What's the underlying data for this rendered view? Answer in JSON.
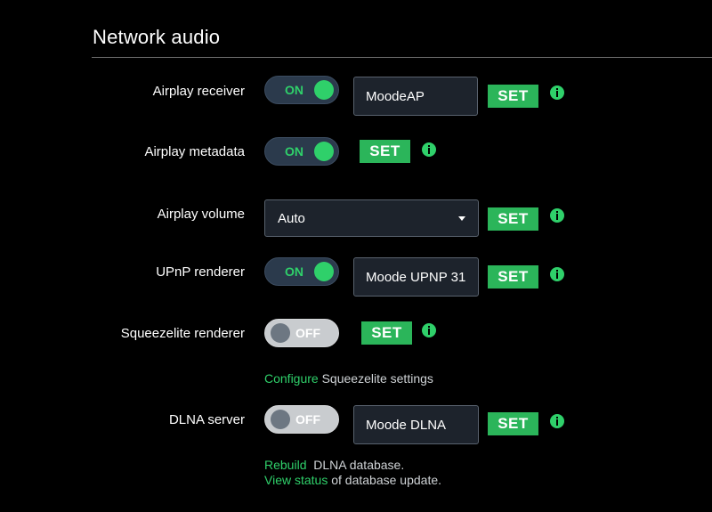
{
  "section": {
    "title": "Network audio"
  },
  "airplay_receiver": {
    "label": "Airplay receiver",
    "toggle": "ON",
    "value": "MoodeAP",
    "set_label": "SET"
  },
  "airplay_metadata": {
    "label": "Airplay metadata",
    "toggle": "ON",
    "set_label": "SET"
  },
  "airplay_volume": {
    "label": "Airplay volume",
    "selected": "Auto",
    "set_label": "SET"
  },
  "upnp_renderer": {
    "label": "UPnP renderer",
    "toggle": "ON",
    "value": "Moode UPNP 31",
    "set_label": "SET"
  },
  "squeezelite_renderer": {
    "label": "Squeezelite renderer",
    "toggle": "OFF",
    "set_label": "SET",
    "help_link": "Configure",
    "help_text": " Squeezelite settings"
  },
  "dlna_server": {
    "label": "DLNA server",
    "toggle": "OFF",
    "value": "Moode DLNA",
    "set_label": "SET",
    "help_link1": "Rebuild",
    "help_text1": "  DLNA database.",
    "help_link2": "View status",
    "help_text2": " of database update."
  },
  "colors": {
    "accent_green": "#2fd06a",
    "button_green": "#2bb55a",
    "input_bg": "#1d232c",
    "toggle_on_bg": "#2b3a4c",
    "toggle_off_bg": "#c9cccf"
  },
  "icons": {
    "info": "info-circle-icon",
    "dropdown": "chevron-down-icon"
  }
}
